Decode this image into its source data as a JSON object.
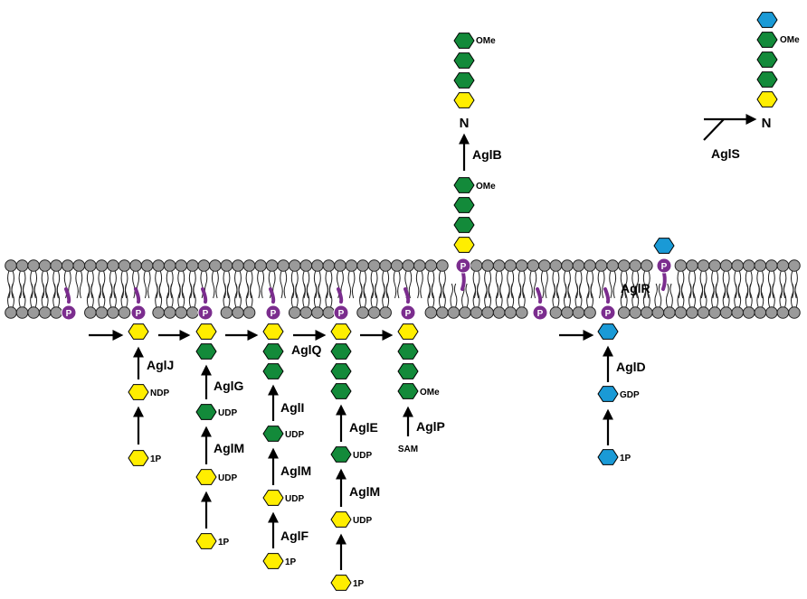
{
  "colors": {
    "yellow": "#ffee00",
    "green": "#138a3a",
    "blue": "#1a9ad6",
    "purple": "#7b2d8e",
    "membrane_head": "#9a9a9a",
    "arrow": "#000000"
  },
  "labels": {
    "phosphate": "P",
    "agl_j": "AglJ",
    "agl_g": "AglG",
    "agl_m": "AglM",
    "agl_i": "AglI",
    "agl_f": "AglF",
    "agl_q": "AglQ",
    "agl_e": "AglE",
    "agl_p": "AglP",
    "agl_b": "AglB",
    "agl_d": "AglD",
    "agl_r": "AglR",
    "agl_s": "AglS",
    "asparagine": "N",
    "methyl": "OMe",
    "ndp": "NDP",
    "udp": "UDP",
    "gdp": "GDP",
    "phos1": "1P",
    "sam": "SAM"
  }
}
